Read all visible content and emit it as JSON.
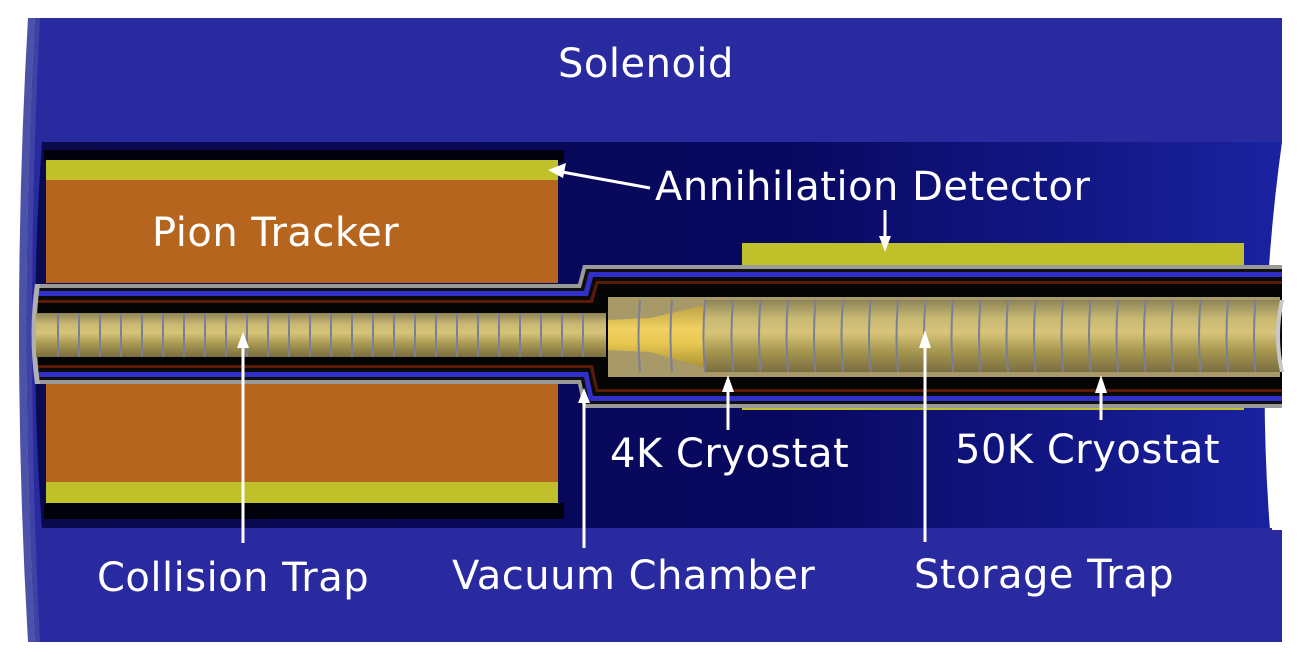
{
  "diagram": {
    "title": "Antihydrogen apparatus cross-section",
    "labels": {
      "solenoid": "Solenoid",
      "pion_tracker": "Pion Tracker",
      "annihilation_detector": "Annihilation Detector",
      "collision_trap": "Collision Trap",
      "vacuum_chamber": "Vacuum Chamber",
      "cryostat_4k": "4K Cryostat",
      "cryostat_50k": "50K Cryostat",
      "storage_trap": "Storage Trap"
    },
    "colors": {
      "solenoid": "#2a2aa0",
      "solenoid_edge": "#4c52a8",
      "cavity": "#08085a",
      "pion_tracker": "#b5651d",
      "detector": "#c0c02a",
      "electrode": "#b8a860",
      "electrode_gap": "#7a7f9a",
      "vacuum_wall": "#9a9a9a",
      "cryostat_4k": "#3030c8",
      "cryostat_50k": "#5a1a08",
      "label": "#ffffff"
    }
  }
}
